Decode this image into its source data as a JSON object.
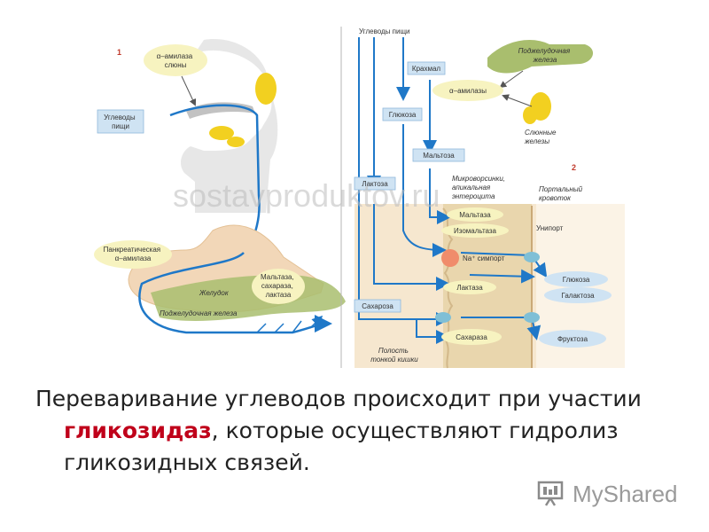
{
  "panel1": {
    "number": "1",
    "salivary_amylase": [
      "α–амилаза",
      "слюны"
    ],
    "food_carbs": [
      "Углеводы",
      "пищи"
    ],
    "pancreatic_amylase": [
      "Панкреатическая",
      "α–амилаза"
    ],
    "stomach": "Желудок",
    "pancreas": "Поджелудочная железа",
    "products": [
      "Мальтаза,",
      "сахараза,",
      "лактаза"
    ]
  },
  "panel2": {
    "number": "2",
    "food_carbs": "Углеводы пищи",
    "pancreas_label": [
      "Поджелудочная",
      "железа"
    ],
    "starch": "Крахмал",
    "alpha_amylase": "α–амилазы",
    "salivary_glands": [
      "Слюнные",
      "железы"
    ],
    "glucose_in": "Глюкоза",
    "maltose": "Мальтоза",
    "lactose": "Лактоза",
    "microvilli": [
      "Микроворсинки,",
      "апикальная",
      "энтероцита"
    ],
    "portal_flow": [
      "Портальный",
      "кровоток"
    ],
    "maltase": "Мальтаза",
    "isomaltase": "Изомальтаза",
    "uniport": "Унипорт",
    "symport": "Na⁺ симпорт",
    "lactase": "Лактаза",
    "sucrose": "Сахароза",
    "sucrase": "Сахараза",
    "glucose_out": "Глюкоза",
    "galactose": "Галактоза",
    "fructose": "Фруктоза",
    "lumen": [
      "Полость",
      "тонкой кишки"
    ]
  },
  "watermark": "sostavproduktov.ru",
  "caption": {
    "before": "Переваривание углеводов происходит при участии",
    "highlight": "гликозидаз",
    "after": ", которые осуществляют гидролиз",
    "line3": "гликозидных связей."
  },
  "logo": "MyShared",
  "colors": {
    "arrow": "#1f78c8",
    "label_box": "#cfe3f3",
    "enzyme_bubble": "#f7f3c0",
    "gland": "#f2d020",
    "stomach": "#f2d7b8",
    "pancreas_organ": "#a9be6e",
    "villi": "#e9d6ad",
    "lumen": "#f6e7cf",
    "highlight": "#c0001a"
  }
}
